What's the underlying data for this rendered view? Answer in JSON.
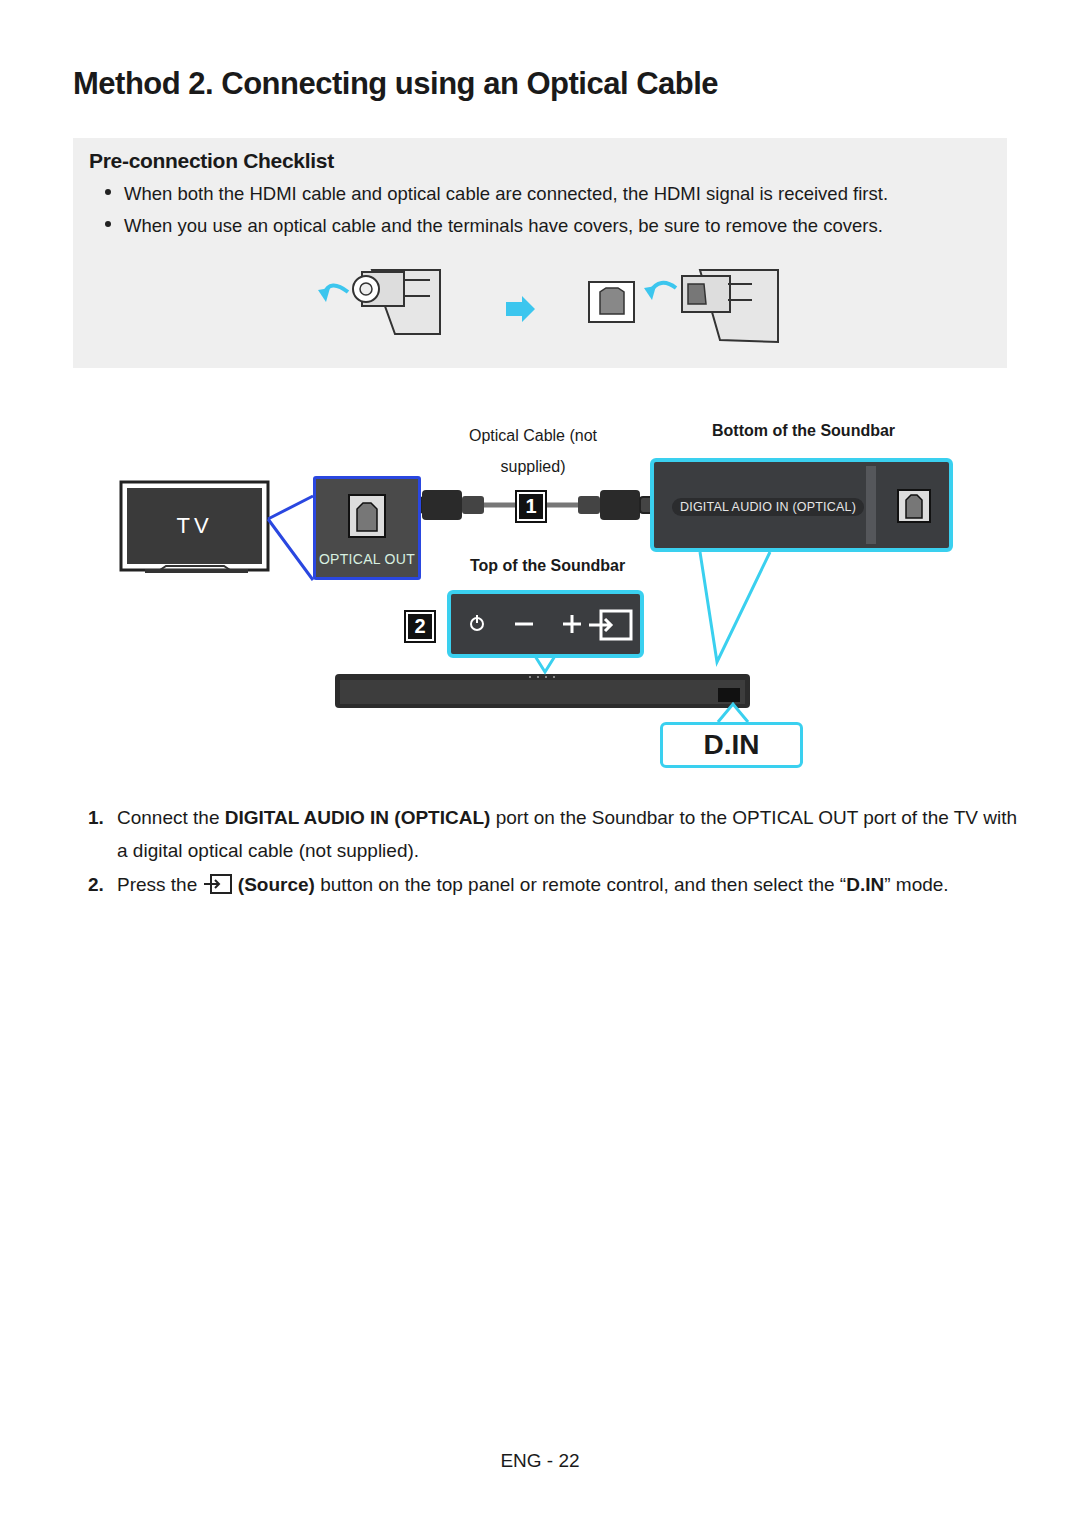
{
  "diagram": {
    "title": "Method 2. Connecting using an Optical Cable",
    "nodes": [
      {
        "text": [
          "Pre-connection Checklist",
          "When both the HDMI cable and optical cable are connected, the HDMI signal is received first.",
          "When you use an optical cable and the terminals have covers, be sure to remove the covers."
        ]
      },
      {
        "text": [
          "TV"
        ]
      },
      {
        "text": [
          "OPTICAL OUT"
        ]
      },
      {
        "text": [
          "Bottom of the Soundbar",
          "DIGITAL AUDIO IN (OPTICAL)"
        ]
      },
      {
        "text": [
          "Top of the Soundbar"
        ]
      },
      {
        "text": [
          "D.IN"
        ]
      }
    ],
    "edges": [
      {
        "from": 2,
        "to": 3,
        "arrow": "none"
      }
    ],
    "labels": [
      "Optical Cable (not supplied)",
      "1",
      "2",
      "1.",
      "Connect the",
      "DIGITAL AUDIO IN (OPTICAL)",
      "port on the Soundbar to the OPTICAL OUT port of the TV with a digital optical cable (not supplied).",
      "2.",
      "Press the",
      "(Source)",
      "button on the top panel or remote control, and then select the “",
      "D.IN",
      "” mode.",
      "ENG - 22"
    ]
  }
}
